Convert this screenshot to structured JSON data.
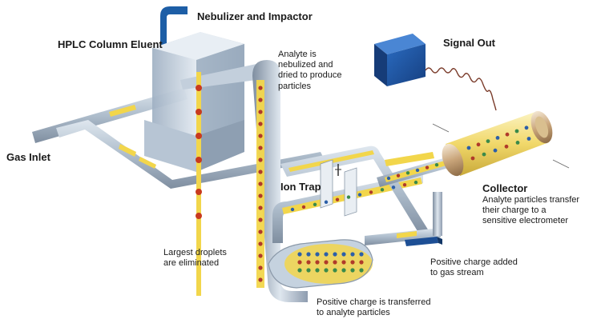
{
  "labels": {
    "nebulizer": "Nebulizer and Impactor",
    "hplc": "HPLC Column Eluent",
    "gas_inlet": "Gas Inlet",
    "signal_out": "Signal Out",
    "analyte_nebulized": "Analyte is\nnebulized and\ndried to produce\nparticles",
    "ion_trap": "Ion Trap",
    "collector": "Collector",
    "collector_desc": "Analyte particles transfer\ntheir charge to a\nsensitive electrometer",
    "largest_droplets": "Largest droplets\nare eliminated",
    "positive_charge_added": "Positive charge added\nto gas stream",
    "positive_charge_transferred": "Positive charge is transferred\nto analyte particles"
  },
  "colors": {
    "pipe": "#b9c7d6",
    "pipe_dark": "#8c9cad",
    "liquid": "#f2d64b",
    "droplet": "#c83a1e",
    "box_blue": "#1f5aa8",
    "hose_blue": "#1d5ea6",
    "chamber": "#c9d6e3",
    "particle_blue": "#2c5fa8",
    "particle_red": "#b03a2a",
    "particle_green": "#3a8a4a"
  }
}
